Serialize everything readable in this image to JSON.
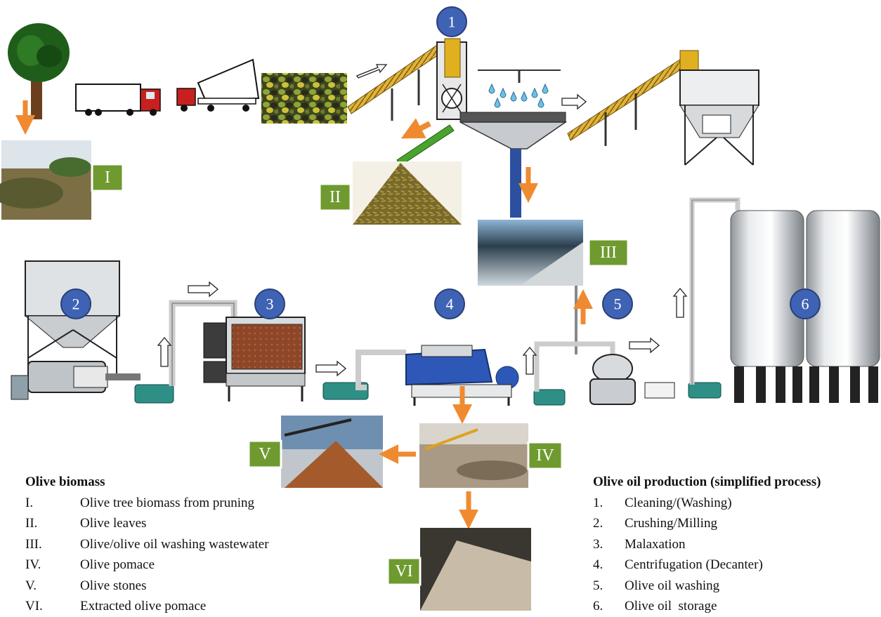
{
  "steps": [
    {
      "label": "1"
    },
    {
      "label": "2"
    },
    {
      "label": "3"
    },
    {
      "label": "4"
    },
    {
      "label": "5"
    },
    {
      "label": "6"
    }
  ],
  "biomass_tags": [
    {
      "label": "I"
    },
    {
      "label": "II"
    },
    {
      "label": "III"
    },
    {
      "label": "IV"
    },
    {
      "label": "V"
    },
    {
      "label": "VI"
    }
  ],
  "legend_biomass": {
    "title": "Olive biomass",
    "items": [
      {
        "num": "I.",
        "text": "Olive tree biomass from pruning"
      },
      {
        "num": "II.",
        "text": "Olive leaves"
      },
      {
        "num": "III.",
        "text": "Olive/olive oil washing wastewater"
      },
      {
        "num": "IV.",
        "text": "Olive pomace"
      },
      {
        "num": "V.",
        "text": "Olive stones"
      },
      {
        "num": "VI.",
        "text": "Extracted olive pomace"
      }
    ]
  },
  "legend_production": {
    "title": "Olive oil production (simplified process)",
    "items": [
      {
        "num": "1.",
        "text": "Cleaning/(Washing)"
      },
      {
        "num": "2.",
        "text": "Crushing/Milling"
      },
      {
        "num": "3.",
        "text": "Malaxation"
      },
      {
        "num": "4.",
        "text": "Centrifugation (Decanter)"
      },
      {
        "num": "5.",
        "text": "Olive oil washing"
      },
      {
        "num": "6.",
        "text": "Olive oil  storage"
      }
    ]
  },
  "colors": {
    "step_circle": "#3f63b4",
    "tag_green": "#6f9a2f",
    "flow_arrow": "#f08a30",
    "steel": "#c8ccd0",
    "conveyor": "#d8a21c"
  }
}
